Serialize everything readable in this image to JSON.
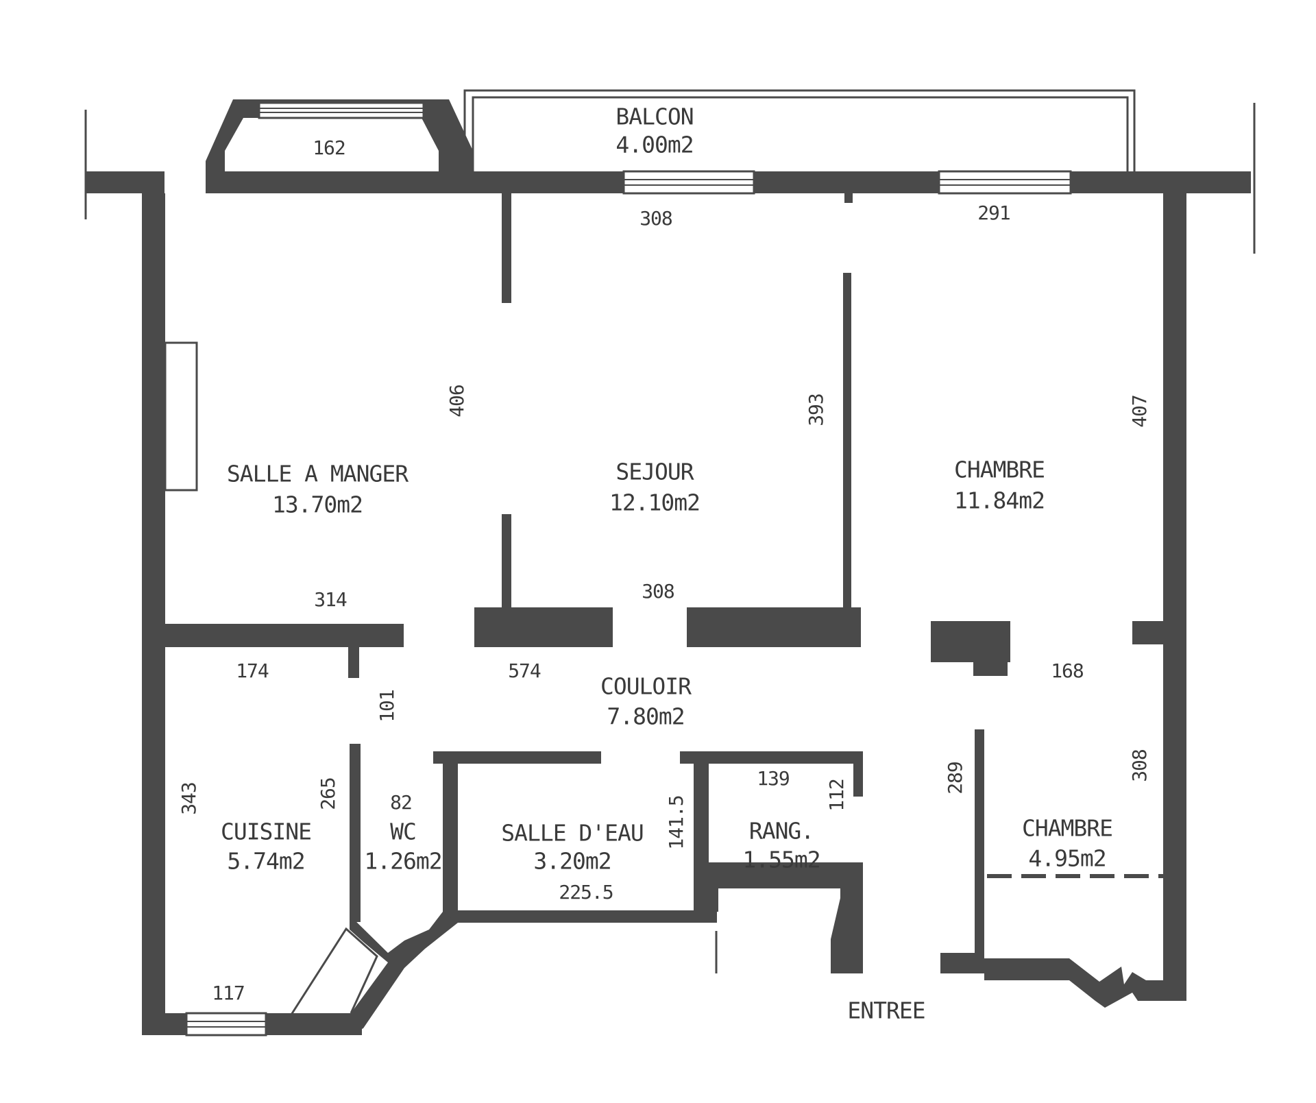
{
  "rooms": {
    "balcon": {
      "name": "BALCON",
      "area": "4.00m2"
    },
    "salle_a_manger": {
      "name": "SALLE A MANGER",
      "area": "13.70m2"
    },
    "sejour": {
      "name": "SEJOUR",
      "area": "12.10m2"
    },
    "chambre_1": {
      "name": "CHAMBRE",
      "area": "11.84m2"
    },
    "couloir": {
      "name": "COULOIR",
      "area": "7.80m2"
    },
    "cuisine": {
      "name": "CUISINE",
      "area": "5.74m2"
    },
    "wc": {
      "name": "WC",
      "area": "1.26m2"
    },
    "salle_d_eau": {
      "name": "SALLE D'EAU",
      "area": "3.20m2"
    },
    "rangement": {
      "name": "RANG.",
      "area": "1.55m2"
    },
    "chambre_2": {
      "name": "CHAMBRE",
      "area": "4.95m2"
    },
    "entree": {
      "name": "ENTREE"
    }
  },
  "dimensions": {
    "d162": "162",
    "d308_balcony": "308",
    "d291": "291",
    "d406": "406",
    "d393": "393",
    "d407": "407",
    "d314": "314",
    "d308_corridor": "308",
    "d174": "174",
    "d574": "574",
    "d101": "101",
    "d168": "168",
    "d343": "343",
    "d265": "265",
    "d82": "82",
    "d141_5": "141.5",
    "d139": "139",
    "d112": "112",
    "d289": "289",
    "d308_right": "308",
    "d225_5": "225.5",
    "d117": "117"
  }
}
